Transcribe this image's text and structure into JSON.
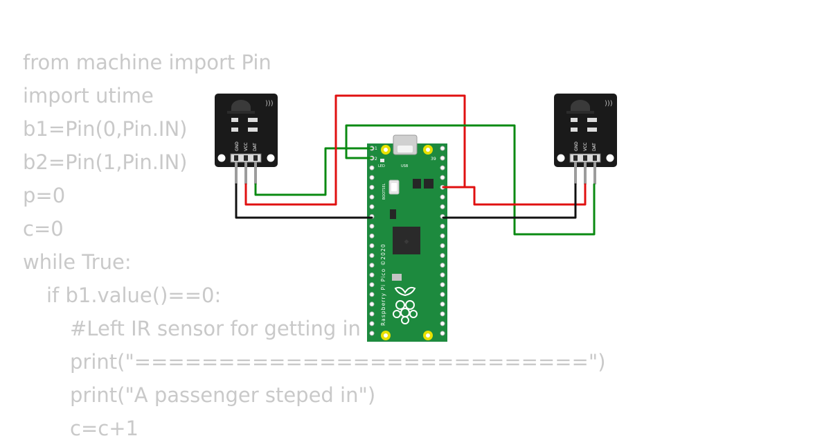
{
  "code": {
    "lines": [
      {
        "indent": 0,
        "text": "from machine import Pin"
      },
      {
        "indent": 0,
        "text": "import utime"
      },
      {
        "indent": 0,
        "text": "b1=Pin(0,Pin.IN)"
      },
      {
        "indent": 0,
        "text": "b2=Pin(1,Pin.IN)"
      },
      {
        "indent": 0,
        "text": "p=0"
      },
      {
        "indent": 0,
        "text": "c=0"
      },
      {
        "indent": 0,
        "text": "while True:"
      },
      {
        "indent": 1,
        "text": "if b1.value()==0:"
      },
      {
        "indent": 2,
        "text": "#Left IR sensor for getting in"
      },
      {
        "indent": 2,
        "text": "print(\"===========================\")"
      },
      {
        "indent": 2,
        "text": "print(\"A passenger steped in\")"
      },
      {
        "indent": 2,
        "text": "c=c+1"
      }
    ]
  },
  "sensor_left": {
    "pins": [
      "GND",
      "VCC",
      "DAT"
    ]
  },
  "sensor_right": {
    "pins": [
      "GND",
      "VCC",
      "DAT"
    ]
  },
  "pico": {
    "pin1_label": "1",
    "pin2_label": "2",
    "pin39_label": "39",
    "led_label": "LED",
    "usb_label": "USB",
    "bootsel_label": "BOOTSEL",
    "board_text": "Raspberry Pi Pico ©2020"
  },
  "colors": {
    "wire_green": "#0a8a12",
    "wire_red": "#e01010",
    "wire_black": "#111111",
    "pcb_green": "#1d8a3e",
    "sensor_board": "#1a1a1a",
    "code_text": "#c9c9c9"
  }
}
